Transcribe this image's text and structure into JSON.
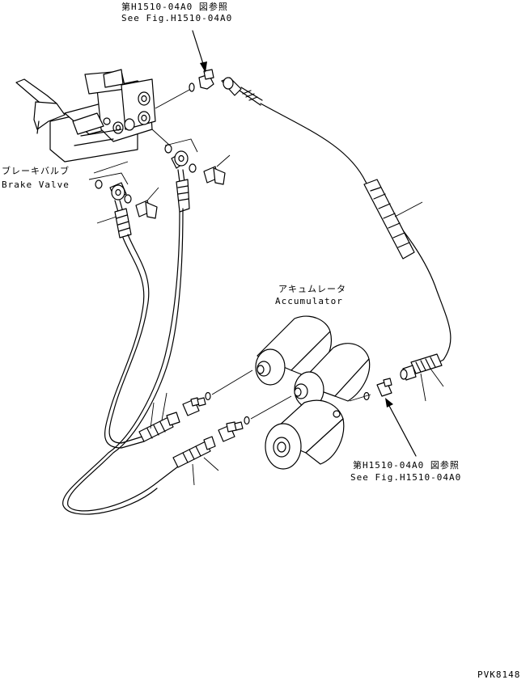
{
  "labels": {
    "ref_top_jp": "第H1510-04A0 図参照",
    "ref_top_en": "See Fig.H1510-04A0",
    "brake_valve_jp": "ブレーキバルブ",
    "brake_valve_en": "Brake Valve",
    "accumulator_jp": "アキュムレータ",
    "accumulator_en": "Accumulator",
    "ref_bottom_jp": "第H1510-04A0 図参照",
    "ref_bottom_en": "See Fig.H1510-04A0",
    "drawing_code": "PVK8148"
  }
}
